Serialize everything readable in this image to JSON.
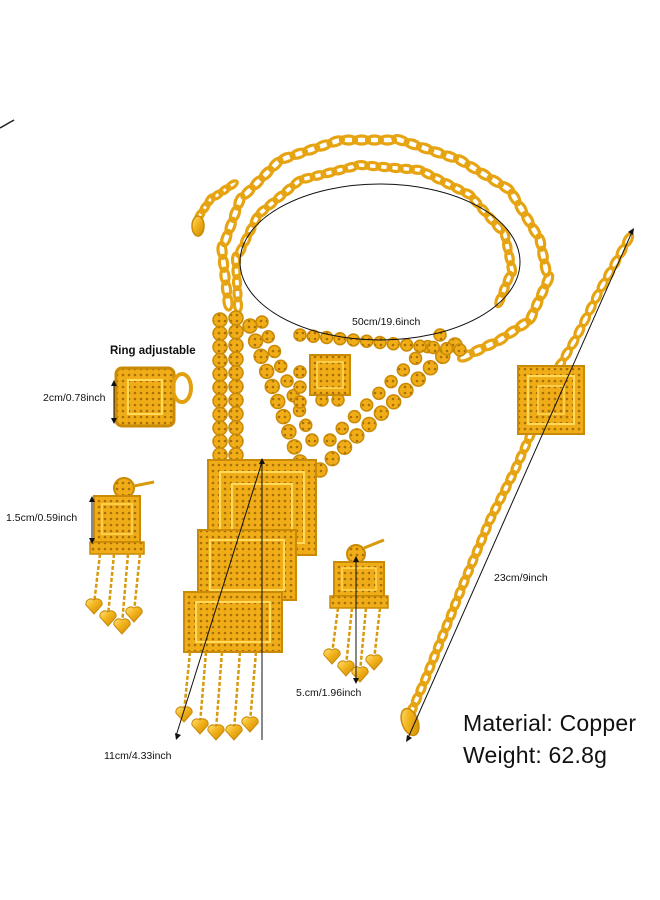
{
  "labels": {
    "ring": "Ring adjustable",
    "ring_size": "2cm/0.78inch",
    "earring_small": "1.5cm/0.59inch",
    "earring_right": "5.cm/1.96inch",
    "necklace_chain": "50cm/19.6inch",
    "pendant_length": "11cm/4.33inch",
    "bracelet_length": "23cm/9inch",
    "material": "Material: Copper",
    "weight": "Weight: 62.8g"
  },
  "colors": {
    "gold": "#f2b21a",
    "gold_dark": "#c98a07",
    "gold_light": "#ffd95a"
  }
}
